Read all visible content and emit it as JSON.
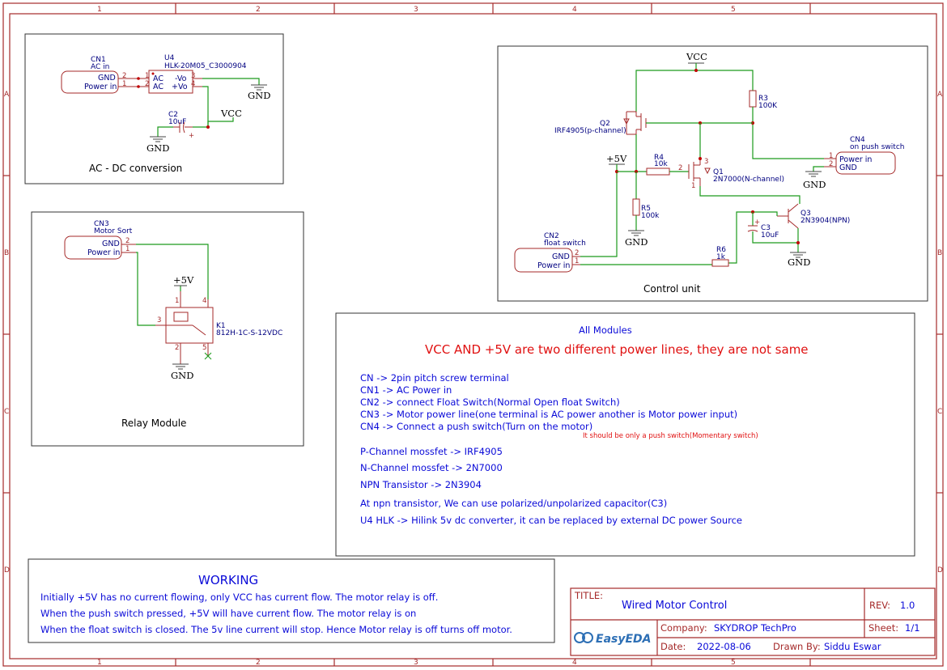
{
  "grid": {
    "cols": [
      "1",
      "2",
      "3",
      "4",
      "5"
    ],
    "rows": [
      "A",
      "B",
      "C",
      "D"
    ]
  },
  "blocks": {
    "ac_dc": "AC - DC conversion",
    "relay": "Relay Module",
    "control": "Control unit"
  },
  "nets": {
    "vcc": "VCC",
    "gnd": "GND",
    "p5v": "+5V"
  },
  "parts": {
    "cn1": {
      "ref": "CN1",
      "value": "AC in",
      "pin_gnd": "GND",
      "pin_pwr": "Power in"
    },
    "u4": {
      "ref": "U4",
      "value": "HLK-20M05_C3000904",
      "ac1": "AC",
      "ac2": "AC",
      "vneg": "-Vo",
      "vpos": "+Vo"
    },
    "c2": {
      "ref": "C2",
      "value": "10uF"
    },
    "cn3": {
      "ref": "CN3",
      "value": "Motor Sort",
      "pin_gnd": "GND",
      "pin_pwr": "Power in"
    },
    "k1": {
      "ref": "K1",
      "value": "812H-1C-S-12VDC"
    },
    "q2": {
      "ref": "Q2",
      "value": "IRF4905(p-channel)"
    },
    "r3": {
      "ref": "R3",
      "value": "100K"
    },
    "cn4": {
      "ref": "CN4",
      "value": "on push switch",
      "pin_pwr": "Power in",
      "pin_gnd": "GND"
    },
    "r4": {
      "ref": "R4",
      "value": "10k"
    },
    "q1": {
      "ref": "Q1",
      "value": "2N7000(N-channel)"
    },
    "r5": {
      "ref": "R5",
      "value": "100k"
    },
    "q3": {
      "ref": "Q3",
      "value": "2N3904(NPN)"
    },
    "c3": {
      "ref": "C3",
      "value": "10uF"
    },
    "cn2": {
      "ref": "CN2",
      "value": "float switch",
      "pin_gnd": "GND",
      "pin_pwr": "Power in"
    },
    "r6": {
      "ref": "R6",
      "value": "1k"
    }
  },
  "notes": {
    "heading": "All Modules",
    "warning": "VCC AND +5V are two different power lines, they are not same",
    "lines": [
      "CN -> 2pin pitch screw terminal",
      "CN1 -> AC Power in",
      "CN2 -> connect Float Switch(Normal Open float Switch)",
      "CN3 -> Motor power line(one terminal is AC power another is Motor power input)",
      "CN4 -> Connect a push switch(Turn on the motor)"
    ],
    "cn4_note": "It should be only a push switch(Momentary switch)",
    "pch": "P-Channel mossfet -> IRF4905",
    "nch": "N-Channel mossfet -> 2N7000",
    "npn": "NPN Transistor -> 2N3904",
    "cap": "At npn transistor, We can use polarized/unpolarized capacitor(C3)",
    "hlk": "U4 HLK -> Hilink 5v dc converter, it can be replaced by external DC power Source"
  },
  "working": {
    "heading": "WORKING",
    "lines": [
      "Initially +5V has no current flowing, only VCC has current flow. The motor relay is off.",
      "When the push switch pressed, +5V will have current flow. The motor relay is on",
      "When the float switch is closed. The 5v line current will stop. Hence Motor relay is off turns off motor."
    ]
  },
  "titleblock": {
    "title_label": "TITLE:",
    "title": "Wired Motor Control",
    "rev_label": "REV:",
    "rev": "1.0",
    "company_label": "Company:",
    "company": "SKYDROP TechPro",
    "sheet_label": "Sheet:",
    "sheet": "1/1",
    "date_label": "Date:",
    "date": "2022-08-06",
    "drawn_label": "Drawn By:",
    "drawn": "Siddu Eswar",
    "logo": "EasyEDA"
  }
}
